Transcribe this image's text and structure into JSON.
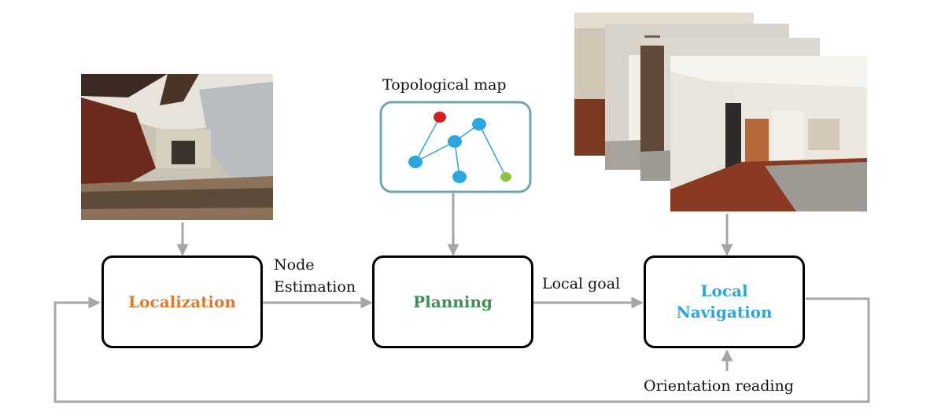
{
  "nodes": {
    "localization": {
      "label": "Localization",
      "color": "#E07A2E"
    },
    "planning": {
      "label": "Planning",
      "color": "#3E8E57"
    },
    "local_navigation": {
      "label_line1": "Local",
      "label_line2": "Navigation",
      "color": "#2BA6DE"
    }
  },
  "edges": {
    "node_estimation_line1": "Node",
    "node_estimation_line2": "Estimation",
    "local_goal": "Local goal",
    "orientation_reading": "Orientation reading"
  },
  "topological_map": {
    "title": "Topological map",
    "start_color": "#D91E1E",
    "node_color": "#2BA6DE",
    "goal_color": "#8CC63F",
    "frame_color": "#6FA8A8"
  },
  "colors": {
    "arrow": "#A6A6A6"
  }
}
